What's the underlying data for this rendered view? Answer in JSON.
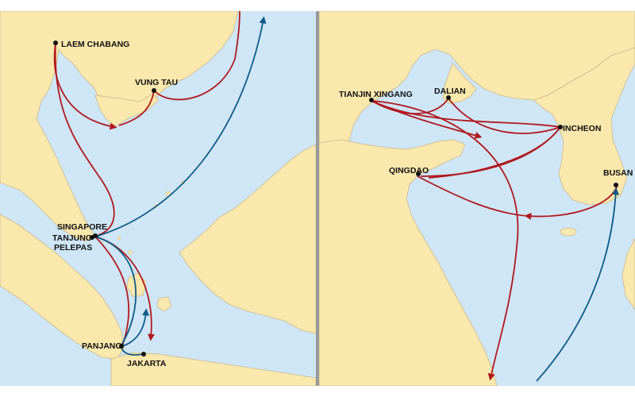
{
  "colors": {
    "sea": "#cfe6f7",
    "land": "#fbe8ad",
    "coast": "#c8b88a",
    "route_red": "#b0191e",
    "route_blue": "#0f5b85",
    "divider": "#9a9a9a",
    "port": "#111111"
  },
  "left_map": {
    "ports": [
      {
        "id": "laem-chabang",
        "label": "LAEM CHABANG"
      },
      {
        "id": "vung-tau",
        "label": "VUNG TAU"
      },
      {
        "id": "singapore",
        "label": "SINGAPORE"
      },
      {
        "id": "tanjung-pelepas",
        "label": "TANJUNG"
      },
      {
        "id": "tanjung-pelepas-2",
        "label": "PELEPAS"
      },
      {
        "id": "panjang",
        "label": "PANJANG"
      },
      {
        "id": "jakarta",
        "label": "JAKARTA"
      }
    ]
  },
  "right_map": {
    "ports": [
      {
        "id": "tianjin-xingang",
        "label": "TIANJIN XINGANG"
      },
      {
        "id": "dalian",
        "label": "DALIAN"
      },
      {
        "id": "incheon",
        "label": "INCHEON"
      },
      {
        "id": "qingdao",
        "label": "QINGDAO"
      },
      {
        "id": "busan",
        "label": "BUSAN"
      }
    ]
  }
}
